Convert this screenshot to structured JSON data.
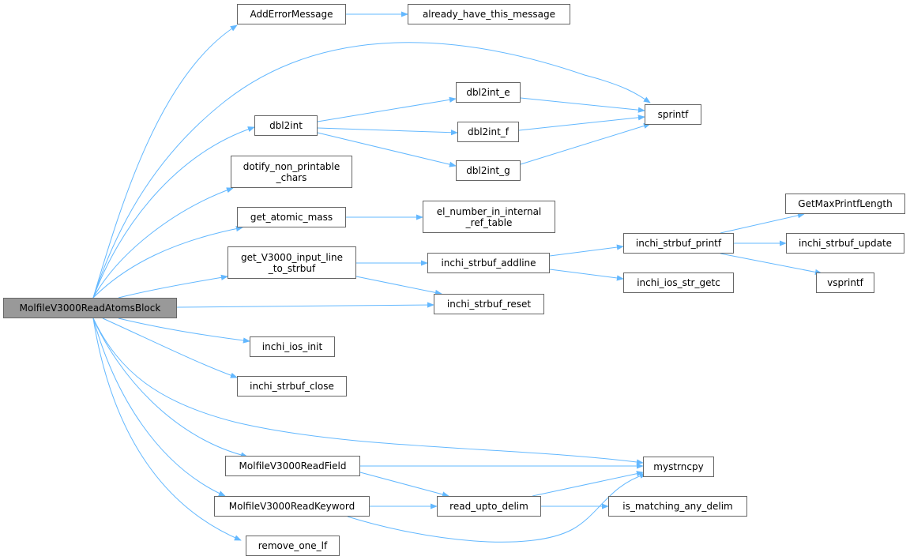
{
  "edge_color": "#63b8ff",
  "node_border_color": "#666666",
  "root_fill_color": "#999999",
  "nodes": {
    "root": {
      "label": "MolfileV3000ReadAtomsBlock"
    },
    "add_error_message": {
      "label": "AddErrorMessage"
    },
    "already_have_this_message": {
      "label": "already_have_this_message"
    },
    "sprintf": {
      "label": "sprintf"
    },
    "dbl2int": {
      "label": "dbl2int"
    },
    "dbl2int_e": {
      "label": "dbl2int_e"
    },
    "dbl2int_f": {
      "label": "dbl2int_f"
    },
    "dbl2int_g": {
      "label": "dbl2int_g"
    },
    "dotify_non_printable_chars": {
      "line1": "dotify_non_printable",
      "line2": "_chars"
    },
    "get_atomic_mass": {
      "label": "get_atomic_mass"
    },
    "el_number_in_internal_ref_table": {
      "line1": "el_number_in_internal",
      "line2": "_ref_table"
    },
    "get_v3000_input_line_to_strbuf": {
      "line1": "get_V3000_input_line",
      "line2": "_to_strbuf"
    },
    "inchi_strbuf_addline": {
      "label": "inchi_strbuf_addline"
    },
    "inchi_strbuf_printf": {
      "label": "inchi_strbuf_printf"
    },
    "get_max_printf_length": {
      "label": "GetMaxPrintfLength"
    },
    "inchi_strbuf_update": {
      "label": "inchi_strbuf_update"
    },
    "vsprintf": {
      "label": "vsprintf"
    },
    "inchi_ios_str_getc": {
      "label": "inchi_ios_str_getc"
    },
    "inchi_strbuf_reset": {
      "label": "inchi_strbuf_reset"
    },
    "inchi_ios_init": {
      "label": "inchi_ios_init"
    },
    "inchi_strbuf_close": {
      "label": "inchi_strbuf_close"
    },
    "mystrncpy": {
      "label": "mystrncpy"
    },
    "molfile_v3000_read_field": {
      "label": "MolfileV3000ReadField"
    },
    "read_upto_delim": {
      "label": "read_upto_delim"
    },
    "is_matching_any_delim": {
      "label": "is_matching_any_delim"
    },
    "molfile_v3000_read_keyword": {
      "label": "MolfileV3000ReadKeyword"
    },
    "remove_one_lf": {
      "label": "remove_one_lf"
    }
  },
  "edges": [
    [
      "root",
      "add_error_message"
    ],
    [
      "add_error_message",
      "already_have_this_message"
    ],
    [
      "root",
      "sprintf"
    ],
    [
      "root",
      "dbl2int"
    ],
    [
      "dbl2int",
      "dbl2int_e"
    ],
    [
      "dbl2int",
      "dbl2int_f"
    ],
    [
      "dbl2int",
      "dbl2int_g"
    ],
    [
      "dbl2int_e",
      "sprintf"
    ],
    [
      "dbl2int_f",
      "sprintf"
    ],
    [
      "dbl2int_g",
      "sprintf"
    ],
    [
      "root",
      "dotify_non_printable_chars"
    ],
    [
      "root",
      "get_atomic_mass"
    ],
    [
      "get_atomic_mass",
      "el_number_in_internal_ref_table"
    ],
    [
      "root",
      "get_v3000_input_line_to_strbuf"
    ],
    [
      "get_v3000_input_line_to_strbuf",
      "inchi_strbuf_addline"
    ],
    [
      "get_v3000_input_line_to_strbuf",
      "inchi_strbuf_reset"
    ],
    [
      "inchi_strbuf_addline",
      "inchi_strbuf_printf"
    ],
    [
      "inchi_strbuf_addline",
      "inchi_ios_str_getc"
    ],
    [
      "inchi_strbuf_printf",
      "get_max_printf_length"
    ],
    [
      "inchi_strbuf_printf",
      "inchi_strbuf_update"
    ],
    [
      "inchi_strbuf_printf",
      "vsprintf"
    ],
    [
      "root",
      "inchi_strbuf_reset"
    ],
    [
      "root",
      "inchi_ios_init"
    ],
    [
      "root",
      "inchi_strbuf_close"
    ],
    [
      "root",
      "mystrncpy"
    ],
    [
      "root",
      "molfile_v3000_read_field"
    ],
    [
      "molfile_v3000_read_field",
      "mystrncpy"
    ],
    [
      "molfile_v3000_read_field",
      "read_upto_delim"
    ],
    [
      "root",
      "molfile_v3000_read_keyword"
    ],
    [
      "molfile_v3000_read_keyword",
      "read_upto_delim"
    ],
    [
      "molfile_v3000_read_keyword",
      "mystrncpy"
    ],
    [
      "read_upto_delim",
      "mystrncpy"
    ],
    [
      "read_upto_delim",
      "is_matching_any_delim"
    ],
    [
      "root",
      "remove_one_lf"
    ]
  ]
}
